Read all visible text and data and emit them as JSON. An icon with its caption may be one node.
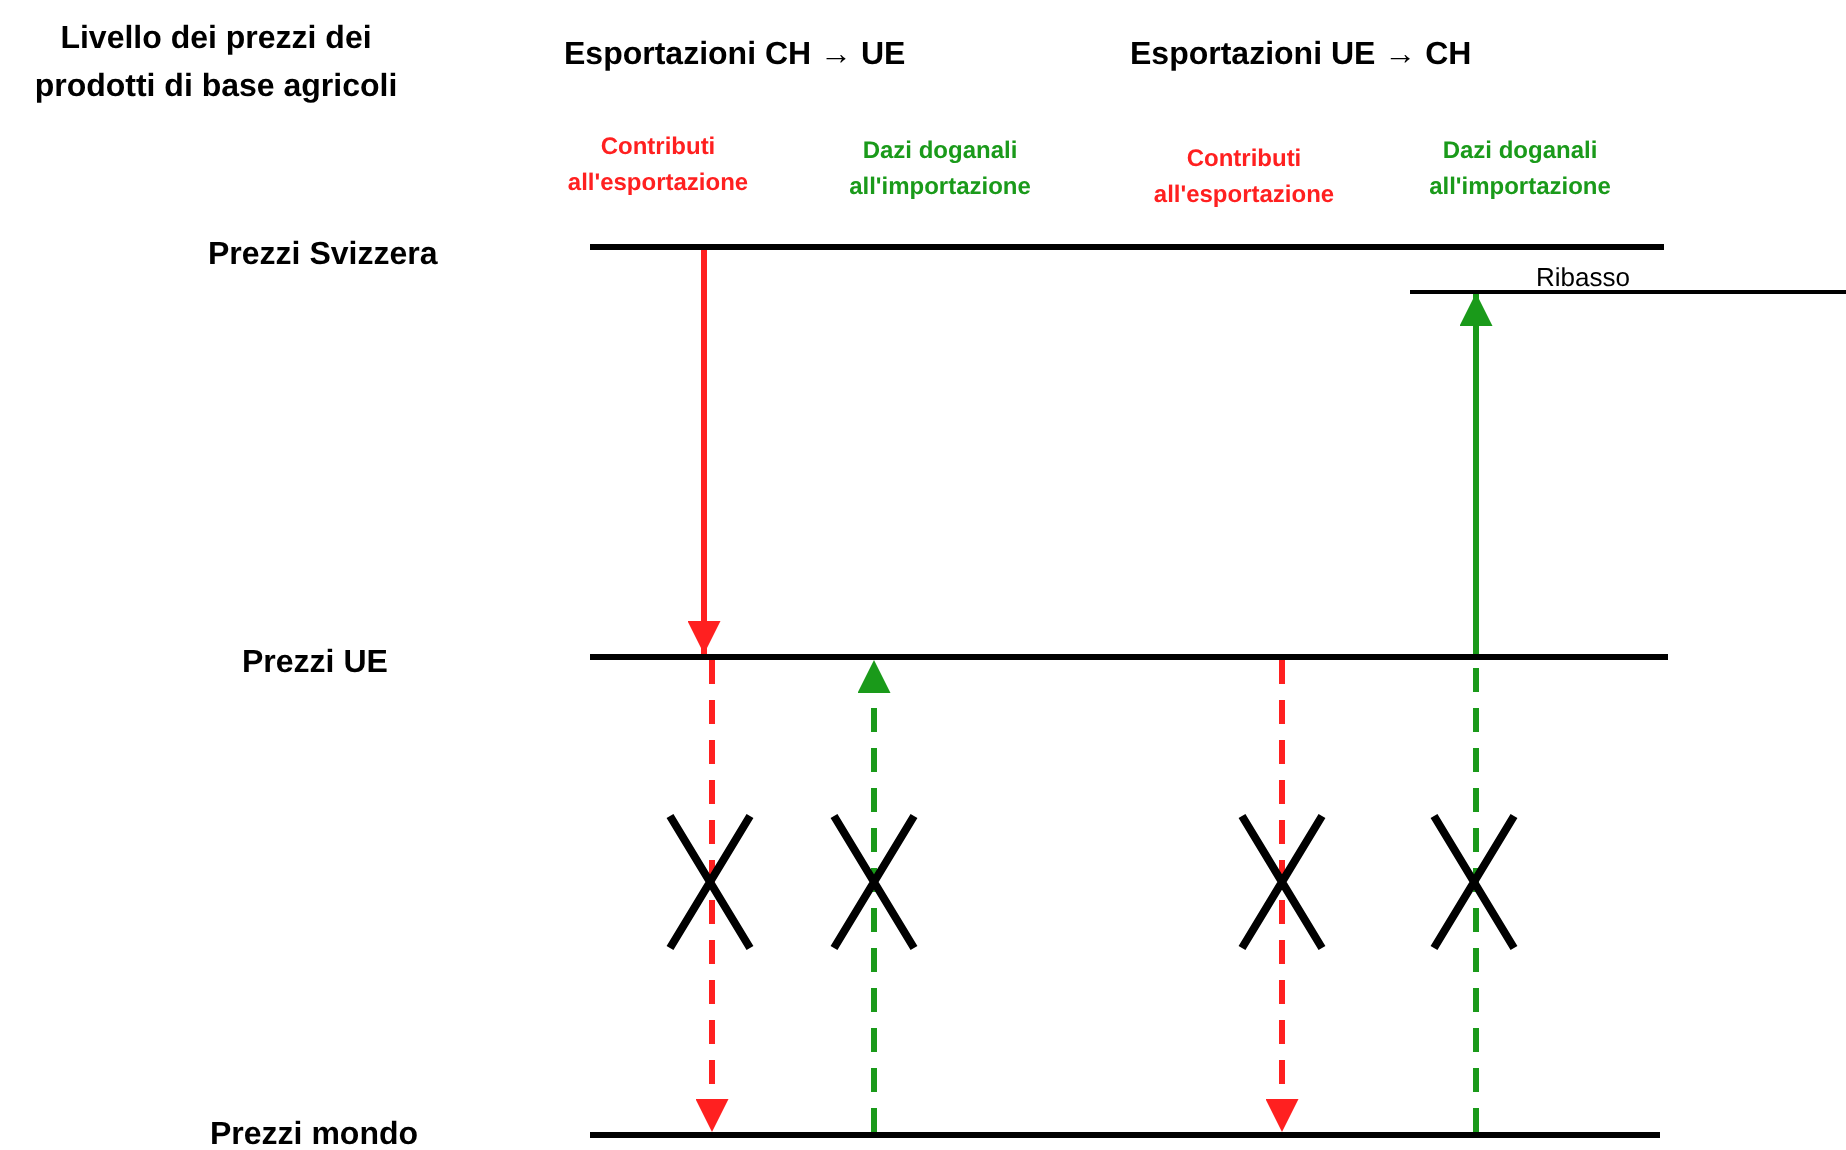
{
  "diagram": {
    "nodes": [
      {
        "text": [],
        "shape": "bar"
      },
      {
        "text": [],
        "shape": "bar"
      },
      {
        "text": [],
        "shape": "bar"
      },
      {
        "text": [],
        "shape": "bar",
        "beside": [
          "Ribasso"
        ]
      }
    ],
    "edges": [
      {
        "from": 0,
        "to": 1,
        "arrow": "to",
        "color": "#ff2020"
      },
      {
        "from": 1,
        "to": 2,
        "arrow": "to",
        "style": "dashed",
        "color": "#ff2020"
      },
      {
        "from": 2,
        "to": 1,
        "arrow": "to",
        "style": "dashed",
        "color": "#1a9a1a"
      },
      {
        "from": 1,
        "to": 2,
        "arrow": "to",
        "style": "dashed",
        "color": "#ff2020"
      },
      {
        "from": 2,
        "to": 1,
        "arrow": "none",
        "style": "dashed",
        "color": "#1a9a1a"
      },
      {
        "from": 1,
        "to": 3,
        "arrow": "to",
        "color": "#1a9a1a"
      }
    ],
    "labels": [
      "Livello dei prezzi dei prodotti di base agricoli",
      "Esportazioni CH → UE",
      "Esportazioni UE → CH",
      "Contributi all'esportazione",
      "Dazi doganali all'importazione",
      "Contributi all'esportazione",
      "Dazi doganali all'importazione",
      "Prezzi Svizzera",
      "Prezzi UE",
      "Prezzi mondo"
    ]
  }
}
